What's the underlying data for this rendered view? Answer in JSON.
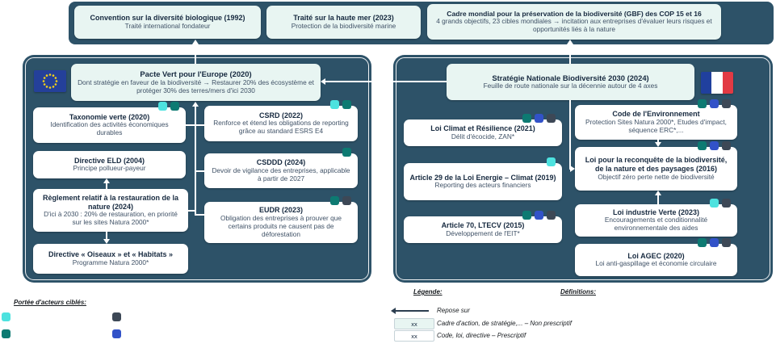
{
  "colors": {
    "panel": "#2d5268",
    "box-light": "#e8f5f2",
    "box-white": "#ffffff",
    "title": "#16293f",
    "body": "#3f5166",
    "cyan": "#4de2df",
    "teal": "#0d7a72",
    "blue": "#3252c8",
    "gray": "#3d4856",
    "line": "#ffffff",
    "ink": "#181c20",
    "eu-blue": "#24409a",
    "star": "#f6d216",
    "fr-blue": "#20409e",
    "fr-red": "#e23a44"
  },
  "icons": {
    "eu": "eu-flag",
    "fr": "fr-flag"
  },
  "banner": {
    "items": [
      {
        "title": "Convention sur la diversité biologique (1992)",
        "subtitle": "Traité international fondateur"
      },
      {
        "title": "Traité sur la haute mer (2023)",
        "subtitle": "Protection de la biodiversité marine"
      },
      {
        "title": "Cadre mondial pour la préservation de la biodiversité (GBF) des COP 15 et 16",
        "subtitle": "4 grands objectifs, 23 cibles mondiales → incitation aux entreprises d'évaluer leurs risques et opportunités liés à la nature"
      }
    ]
  },
  "eu_panel": {
    "header": {
      "title": "Pacte Vert pour l'Europe (2020)",
      "subtitle": "Dont stratégie en faveur de la biodiversité → Restaurer 20% des écosystème et protéger 30% des terres/mers d'ici 2030"
    },
    "left": [
      {
        "title": "Taxonomie verte (2020)",
        "subtitle": "Identification des activités économiques durables",
        "tags": [
          "cyan",
          "teal"
        ]
      },
      {
        "title": "Directive ELD (2004)",
        "subtitle": "Principe pollueur-payeur",
        "tags": []
      },
      {
        "title": "Règlement relatif à la restauration de la nature (2024)",
        "subtitle": "D'ici à 2030 : 20% de restauration, en priorité sur les sites Natura 2000*",
        "tags": []
      },
      {
        "title": "Directive « Oiseaux » et « Habitats »",
        "subtitle": "Programme Natura 2000*",
        "tags": []
      }
    ],
    "right": [
      {
        "title": "CSRD (2022)",
        "subtitle": "Renforce et étend les obligations de reporting grâce au standard ESRS E4",
        "tags": [
          "cyan",
          "teal"
        ]
      },
      {
        "title": "CSDDD (2024)",
        "subtitle": "Devoir de vigilance des entreprises, applicable à partir de 2027",
        "tags": [
          "teal"
        ]
      },
      {
        "title": "EUDR (2023)",
        "subtitle": "Obligation des entreprises à prouver que certains produits ne causent pas de déforestation",
        "tags": [
          "teal",
          "gray"
        ]
      }
    ]
  },
  "fr_panel": {
    "header": {
      "title": "Stratégie Nationale Biodiversité 2030 (2024)",
      "subtitle": "Feuille de route nationale sur la décennie autour de 4 axes"
    },
    "left": [
      {
        "title": "Loi Climat et Résilience (2021)",
        "subtitle": "Délit d'écocide, ZAN*",
        "tags": [
          "teal",
          "blue",
          "gray"
        ]
      },
      {
        "title": "Article 29 de la Loi Energie – Climat (2019)",
        "subtitle": "Reporting des acteurs financiers",
        "tags": [
          "cyan"
        ]
      },
      {
        "title": "Article 70, LTECV (2015)",
        "subtitle": "Développement de l'EIT*",
        "tags": [
          "teal",
          "blue",
          "gray"
        ]
      }
    ],
    "right": [
      {
        "title": "Code de l'Environnement",
        "subtitle": "Protection Sites Natura 2000*, Etudes d'impact, séquence ERC*,...",
        "tags": [
          "teal",
          "blue",
          "gray"
        ]
      },
      {
        "title": "Loi pour la reconquête de la biodiversité, de la nature et des paysages (2016)",
        "subtitle": "Objectif zéro perte nette de biodiversité",
        "tags": [
          "teal",
          "blue",
          "gray"
        ]
      },
      {
        "title": "Loi industrie Verte (2023)",
        "subtitle": "Encouragements et conditionnalité environnementale des aides",
        "tags": [
          "cyan",
          "gray"
        ]
      },
      {
        "title": "Loi AGEC (2020)",
        "subtitle": "Loi anti-gaspillage et économie circulaire",
        "tags": [
          "teal",
          "blue",
          "gray"
        ]
      }
    ]
  },
  "legend": {
    "actors_title": "Portée d'acteurs ciblés:",
    "actor_swatches_col1": [
      "cyan",
      "teal"
    ],
    "actor_swatches_col2": [
      "gray",
      "blue"
    ],
    "legend_title": "Légende:",
    "arrow_label": "Repose sur",
    "sample_text": "xx",
    "item_non_prescriptif": "Cadre d'action, de stratégie,... – Non prescriptif",
    "item_prescriptif": "Code, loi, directive – Prescriptif",
    "definitions_title": "Définitions:"
  }
}
